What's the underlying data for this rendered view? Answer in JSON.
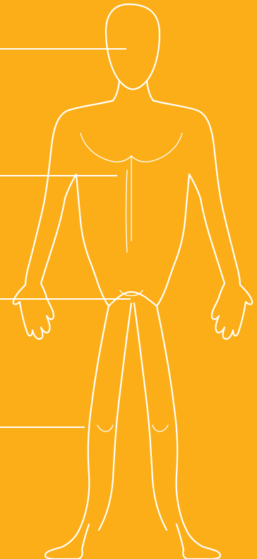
{
  "colors": {
    "background": "#FBAE17",
    "outline": "#FFFFFF"
  },
  "figure": {
    "subject": "human-body-front-view"
  },
  "pointers": [
    {
      "target": "head"
    },
    {
      "target": "torso"
    },
    {
      "target": "pelvis"
    },
    {
      "target": "legs"
    }
  ]
}
